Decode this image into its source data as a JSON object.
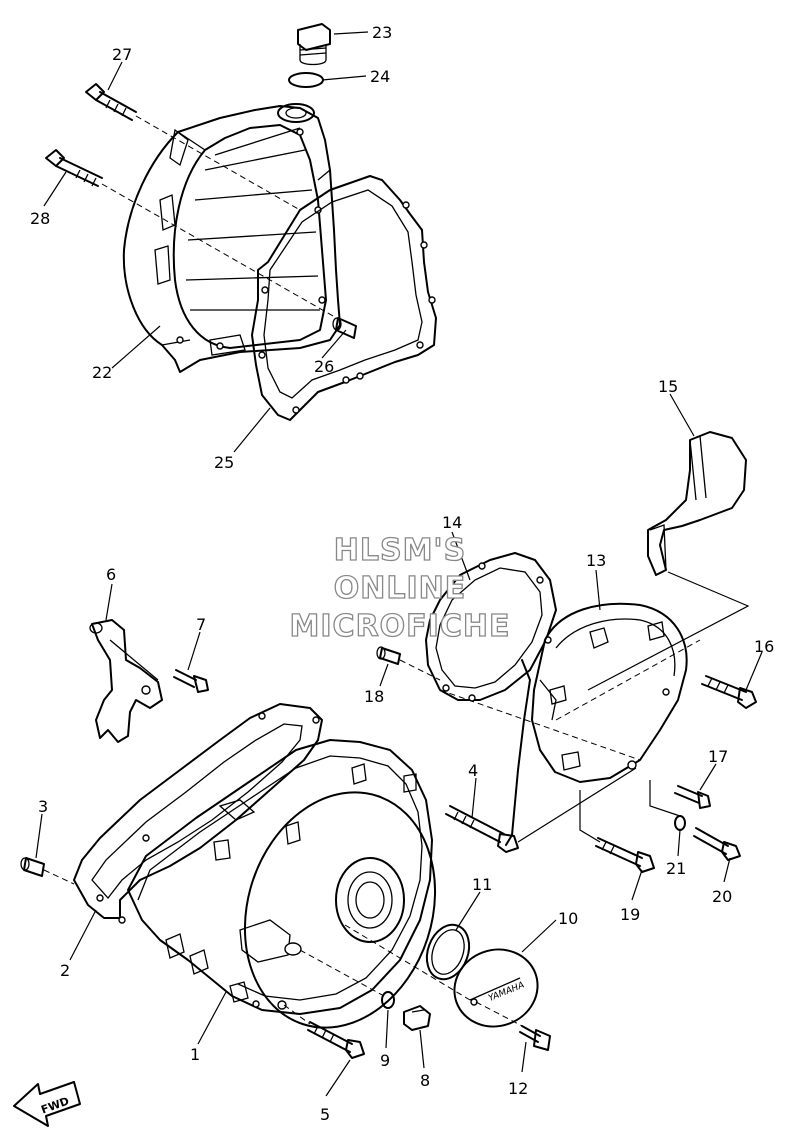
{
  "watermark": {
    "line1": "HLSM'S",
    "line2": "ONLINE",
    "line3": "MICROFICHE"
  },
  "direction_badge": "FWD",
  "callouts": [
    {
      "id": "c23",
      "text": "23"
    },
    {
      "id": "c24",
      "text": "24"
    },
    {
      "id": "c27",
      "text": "27"
    },
    {
      "id": "c28",
      "text": "28"
    },
    {
      "id": "c22",
      "text": "22"
    },
    {
      "id": "c26",
      "text": "26"
    },
    {
      "id": "c25",
      "text": "25"
    },
    {
      "id": "c15",
      "text": "15"
    },
    {
      "id": "c14",
      "text": "14"
    },
    {
      "id": "c13",
      "text": "13"
    },
    {
      "id": "c6",
      "text": "6"
    },
    {
      "id": "c7",
      "text": "7"
    },
    {
      "id": "c16",
      "text": "16"
    },
    {
      "id": "c18",
      "text": "18"
    },
    {
      "id": "c4",
      "text": "4"
    },
    {
      "id": "c17",
      "text": "17"
    },
    {
      "id": "c3",
      "text": "3"
    },
    {
      "id": "c21",
      "text": "21"
    },
    {
      "id": "c20",
      "text": "20"
    },
    {
      "id": "c11",
      "text": "11"
    },
    {
      "id": "c10",
      "text": "10"
    },
    {
      "id": "c19",
      "text": "19"
    },
    {
      "id": "c2",
      "text": "2"
    },
    {
      "id": "c1",
      "text": "1"
    },
    {
      "id": "c9",
      "text": "9"
    },
    {
      "id": "c8",
      "text": "8"
    },
    {
      "id": "c12",
      "text": "12"
    },
    {
      "id": "c5",
      "text": "5"
    }
  ]
}
